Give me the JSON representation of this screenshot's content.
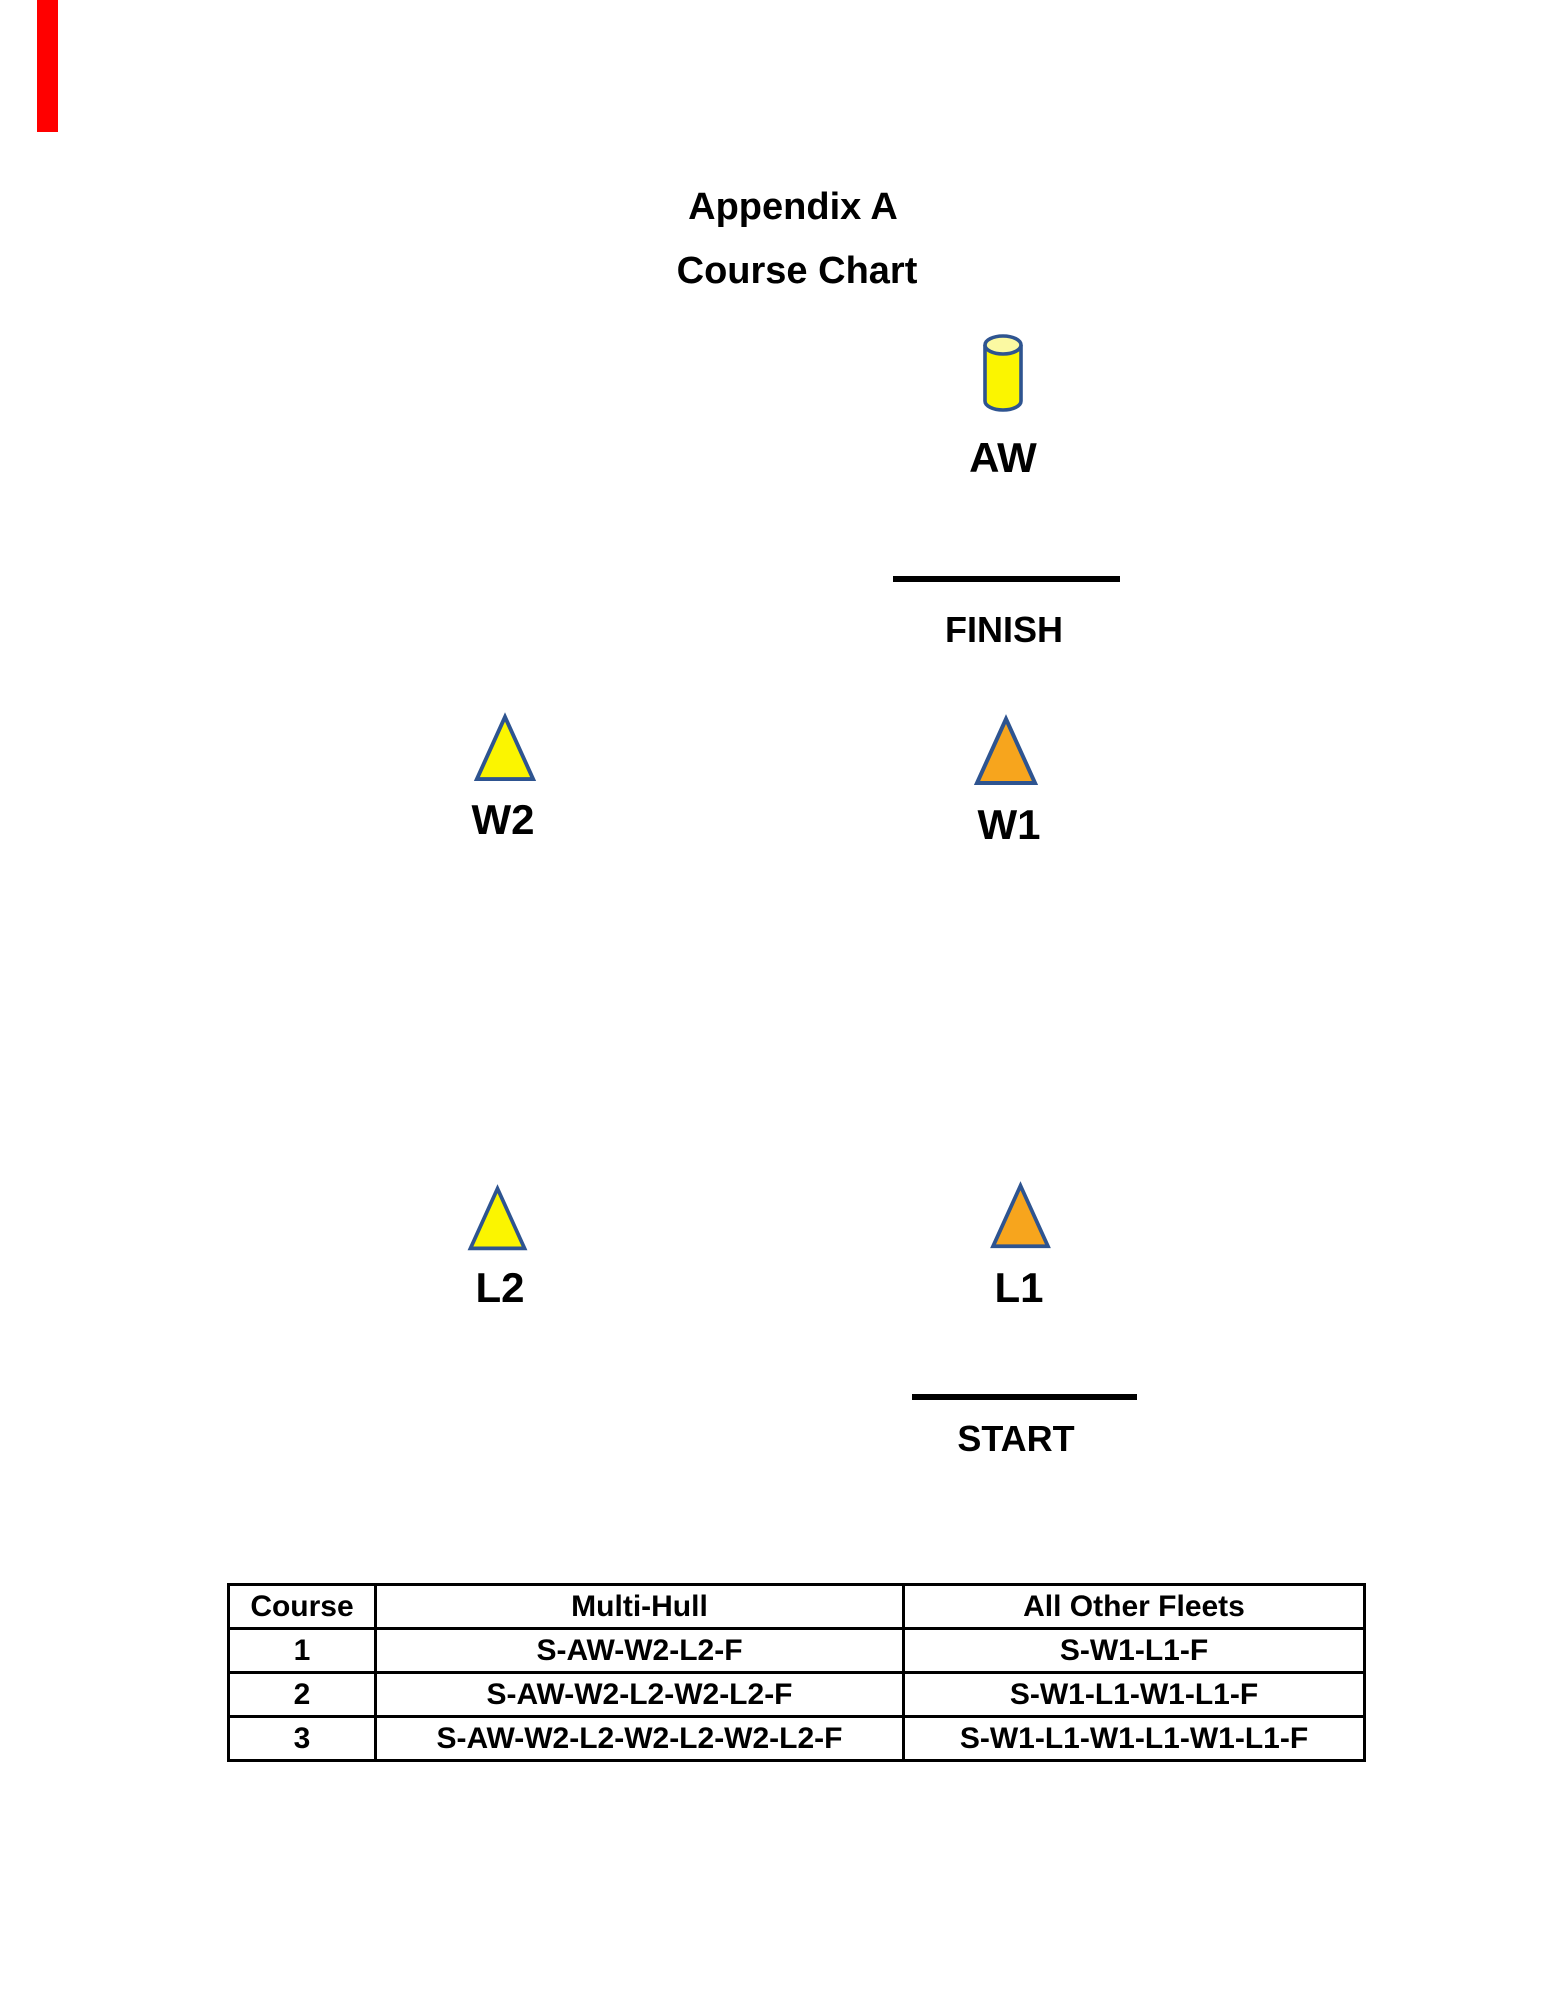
{
  "document": {
    "title_line1": "Appendix A",
    "title_line2": "Course Chart"
  },
  "marks": {
    "aw": {
      "label": "AW",
      "shape": "cylinder",
      "fill": "#FBF500"
    },
    "w2": {
      "label": "W2",
      "shape": "triangle",
      "fill": "#FBF500"
    },
    "w1": {
      "label": "W1",
      "shape": "triangle",
      "fill": "#F7A51D"
    },
    "l2": {
      "label": "L2",
      "shape": "triangle",
      "fill": "#FBF500"
    },
    "l1": {
      "label": "L1",
      "shape": "triangle",
      "fill": "#F7A51D"
    }
  },
  "lines": {
    "finish": {
      "label": "FINISH"
    },
    "start": {
      "label": "START"
    }
  },
  "course_table": {
    "headers": [
      "Course",
      "Multi-Hull",
      "All Other Fleets"
    ],
    "rows": [
      [
        "1",
        "S-AW-W2-L2-F",
        "S-W1-L1-F"
      ],
      [
        "2",
        "S-AW-W2-L2-W2-L2-F",
        "S-W1-L1-W1-L1-F"
      ],
      [
        "3",
        "S-AW-W2-L2-W2-L2-W2-L2-F",
        "S-W1-L1-W1-L1-W1-L1-F"
      ]
    ]
  },
  "colors": {
    "page_background": "#FFFFFF",
    "text": "#000000",
    "line": "#000000",
    "mark_outline": "#2E5490",
    "mark_yellow": "#FBF500",
    "mark_orange": "#F7A51D",
    "cylinder_top": "#FBF9A2",
    "corner_mark": "#FF0000"
  }
}
